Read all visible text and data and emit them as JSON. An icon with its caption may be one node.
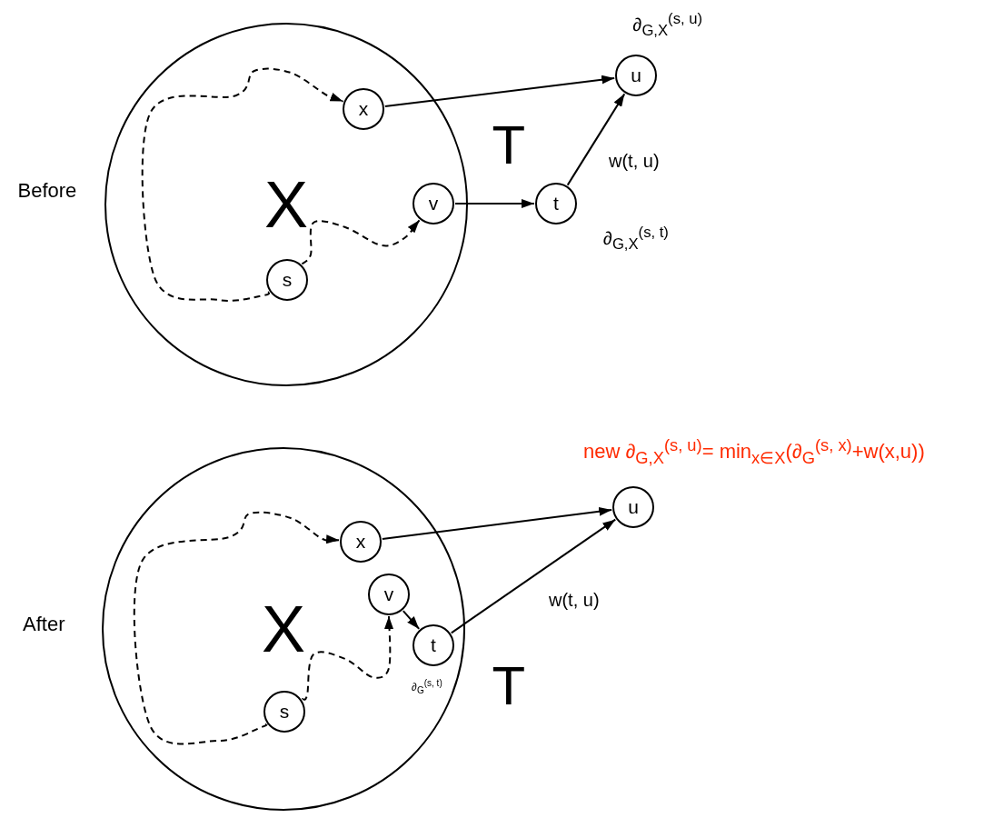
{
  "diagram": {
    "nodes": [
      {
        "text": [
          "X"
        ]
      },
      {
        "text": [
          "x"
        ],
        "in": 0
      },
      {
        "text": [
          "v"
        ],
        "in": 0
      },
      {
        "text": [
          "s"
        ],
        "in": 0
      },
      {
        "text": [
          "t"
        ],
        "beside": [
          "∂$_{G,X}$$^{(s, t)}$"
        ]
      },
      {
        "text": [
          "u"
        ],
        "beside": [
          "∂$_{G,X}$$^{(s, u)}$"
        ]
      },
      {
        "text": [
          "X"
        ]
      },
      {
        "text": [
          "x"
        ],
        "in": 6
      },
      {
        "text": [
          "v"
        ],
        "in": 6
      },
      {
        "text": [
          "t"
        ],
        "in": 6,
        "beside": [
          "∂$_{G}$$^{(s, t)}$"
        ]
      },
      {
        "text": [
          "s"
        ],
        "in": 6
      },
      {
        "text": [
          "u"
        ]
      }
    ],
    "edges": [
      {
        "from": 3,
        "to": 1,
        "arrow": "to",
        "style": "dashed"
      },
      {
        "from": 3,
        "to": 2,
        "arrow": "to",
        "style": "dashed"
      },
      {
        "from": 1,
        "to": 5,
        "arrow": "to"
      },
      {
        "from": 2,
        "to": 4,
        "arrow": "to"
      },
      {
        "from": 4,
        "to": 5,
        "arrow": "to",
        "label": "w(t, u)"
      },
      {
        "from": 10,
        "to": 7,
        "arrow": "to",
        "style": "dashed"
      },
      {
        "from": 10,
        "to": 8,
        "arrow": "to",
        "style": "dashed"
      },
      {
        "from": 8,
        "to": 9,
        "arrow": "to"
      },
      {
        "from": 7,
        "to": 11,
        "arrow": "to"
      },
      {
        "from": 9,
        "to": 11,
        "arrow": "to",
        "label": "w(t, u)"
      }
    ],
    "labels": [
      "Before",
      "T",
      "new ∂$_{G,X}$$^{(s, u)}$= min$_{x∈X}$(∂$_{G}$$^{(s, x)}$+w(x,u))",
      "After",
      "T"
    ]
  }
}
